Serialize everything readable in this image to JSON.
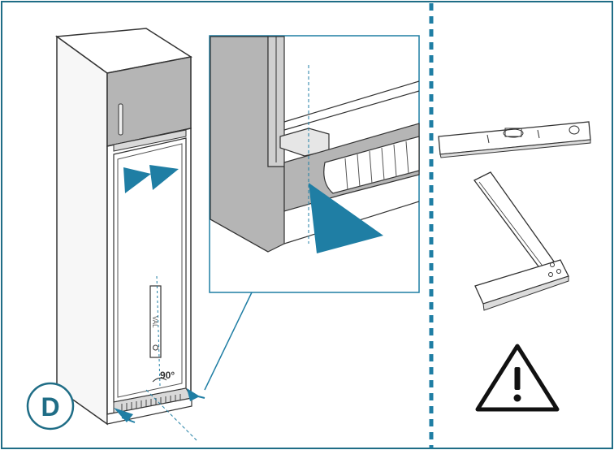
{
  "step": {
    "letter": "D"
  },
  "angle": {
    "label": "90°"
  },
  "level": {
    "label": "VAL"
  },
  "colors": {
    "accent": "#1f7ea4",
    "frame": "#1f6d86",
    "divider": "#1f7ea4",
    "panel_gray": "#b5b5b5",
    "line": "#333333"
  },
  "icons": [
    "warning-icon",
    "spirit-level-icon",
    "try-square-icon",
    "arrow-icon"
  ]
}
